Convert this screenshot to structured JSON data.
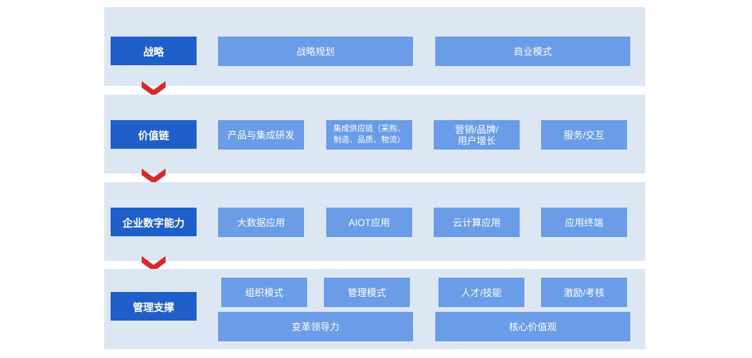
{
  "rows": [
    {
      "label": "战略",
      "items": [
        "战略规划",
        "商业模式"
      ]
    },
    {
      "label": "价值链",
      "items": [
        "产品与集成研发",
        "集成供应链（采购、\n制造、品质、物流）",
        "营销/品牌/\n用户增长",
        "服务/交互"
      ]
    },
    {
      "label": "企业数字能力",
      "items": [
        "大数据应用",
        "AIOT应用",
        "云计算应用",
        "应用终端"
      ]
    },
    {
      "label": "管理支撑",
      "items": [
        "组织模式",
        "管理模式",
        "人才/技能",
        "激励/考核",
        "变革领导力",
        "核心价值观"
      ]
    }
  ],
  "colors": {
    "band": "#dde6f3",
    "label": "#1f5fc9",
    "box": "#6a9ce7",
    "arrow": "#d9262c"
  }
}
